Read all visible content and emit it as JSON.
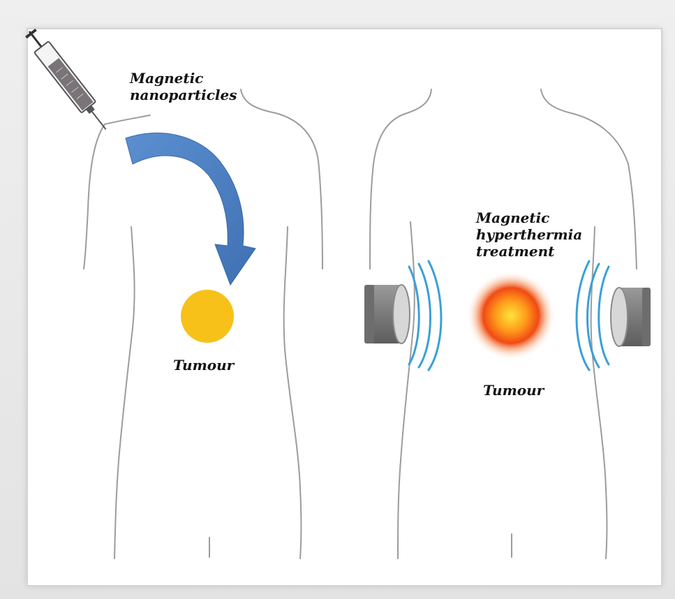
{
  "left_panel": {
    "injection_label_line1": "Magnetic",
    "injection_label_line2": "nanoparticles",
    "tumour_label": "Tumour",
    "tumour_color": "#f7c11a",
    "arrow_color": "#4a7dbf"
  },
  "right_panel": {
    "treatment_label_line1": "Magnetic",
    "treatment_label_line2": "hyperthermia",
    "treatment_label_line3": "treatment",
    "tumour_label": "Tumour",
    "field_wave_color": "#3aa0d8",
    "coil_color": "#808080"
  },
  "icons": {
    "syringe": "syringe-icon",
    "magnet_left": "magnet-coil-icon",
    "magnet_right": "magnet-coil-icon"
  }
}
